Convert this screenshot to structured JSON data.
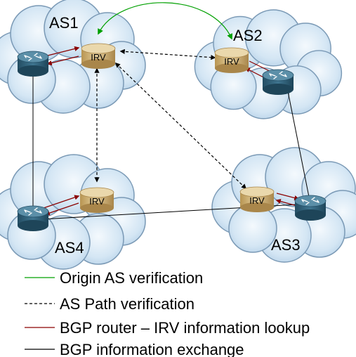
{
  "nodes": {
    "as1": {
      "label": "AS1",
      "irv": "IRV"
    },
    "as2": {
      "label": "AS2",
      "irv": "IRV"
    },
    "as3": {
      "label": "AS3",
      "irv": "IRV"
    },
    "as4": {
      "label": "AS4",
      "irv": "IRV"
    }
  },
  "legend": [
    {
      "label": "Origin AS verification",
      "style": "solid",
      "color": "#00a000"
    },
    {
      "label": "AS Path verification",
      "style": "dashed",
      "color": "#000000"
    },
    {
      "label": "BGP router – IRV information lookup",
      "style": "solid",
      "color": "#8b0000"
    },
    {
      "label": "BGP information exchange",
      "style": "solid",
      "color": "#000000"
    }
  ],
  "colors": {
    "cloud_fill": "#cfe2f2",
    "cloud_stroke": "#7a99b5",
    "irv_fill": "#d2b77e",
    "router_fill": "#3d6d86",
    "origin_line": "#00a000",
    "lookup_line": "#8b0000"
  }
}
